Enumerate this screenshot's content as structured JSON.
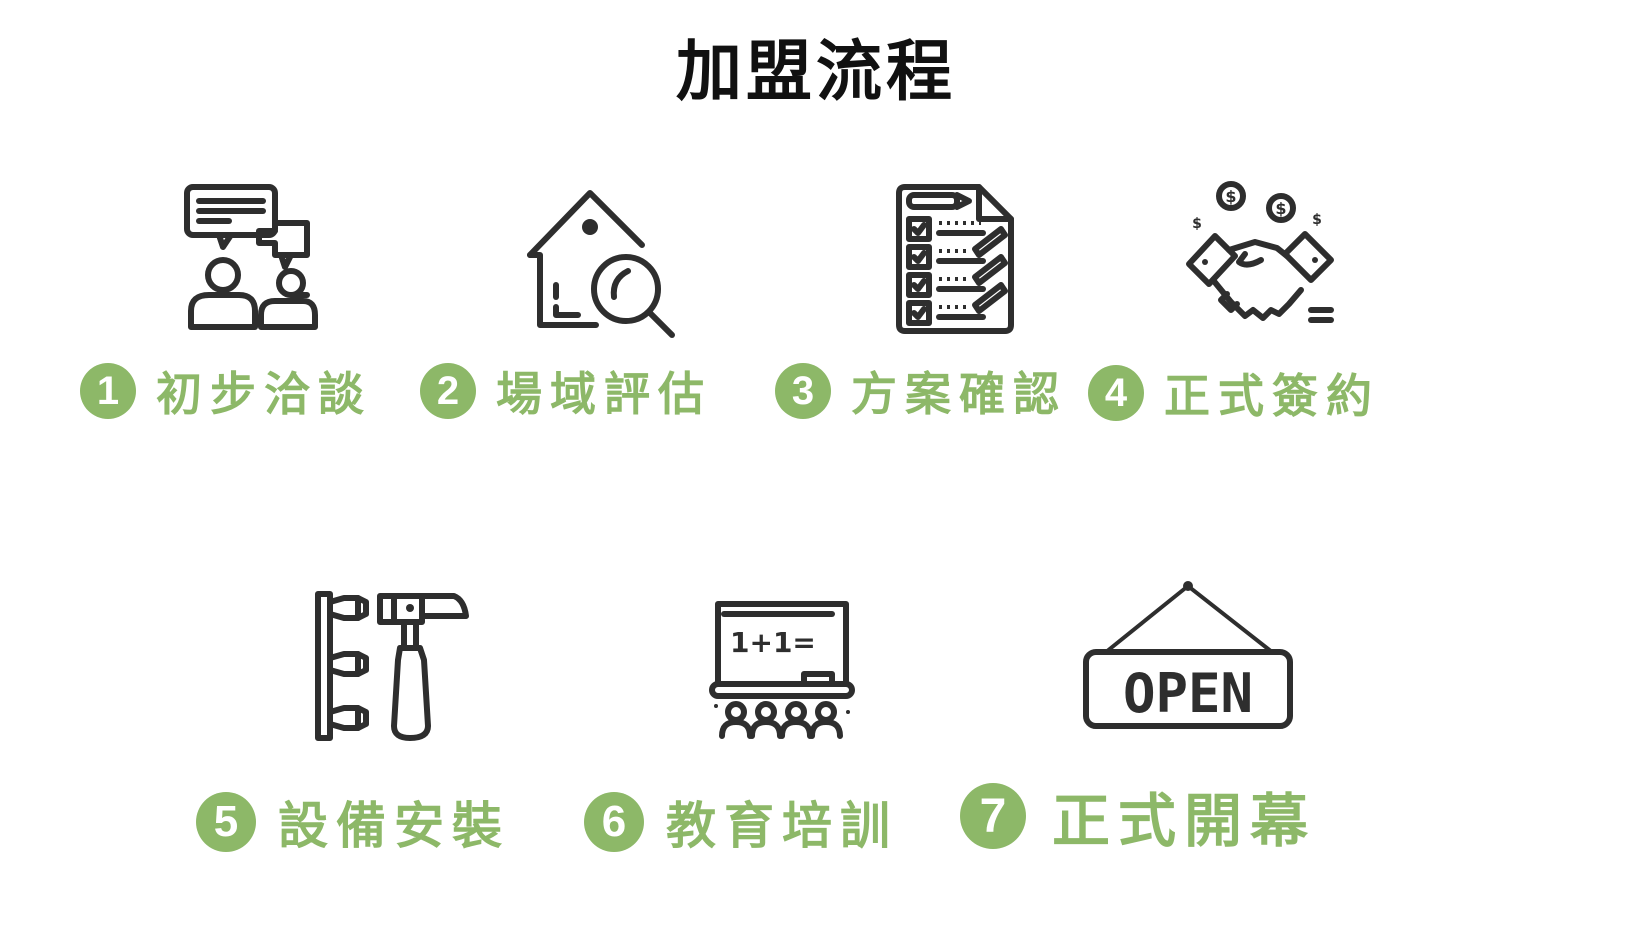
{
  "title": "加盟流程",
  "theme": {
    "accent": "#8db868",
    "icon_stroke": "#2e2e2e"
  },
  "steps": [
    {
      "number": "1",
      "label": "初步洽談",
      "icon": "conversation-icon"
    },
    {
      "number": "2",
      "label": "場域評估",
      "icon": "house-search-icon"
    },
    {
      "number": "3",
      "label": "方案確認",
      "icon": "checklist-icon"
    },
    {
      "number": "4",
      "label": "正式簽約",
      "icon": "handshake-money-icon"
    },
    {
      "number": "5",
      "label": "設備安裝",
      "icon": "hammer-wall-icon"
    },
    {
      "number": "6",
      "label": "教育培訓",
      "icon": "classroom-icon",
      "board_text": "1+1="
    },
    {
      "number": "7",
      "label": "正式開幕",
      "icon": "open-sign-icon",
      "sign_text": "OPEN"
    }
  ]
}
